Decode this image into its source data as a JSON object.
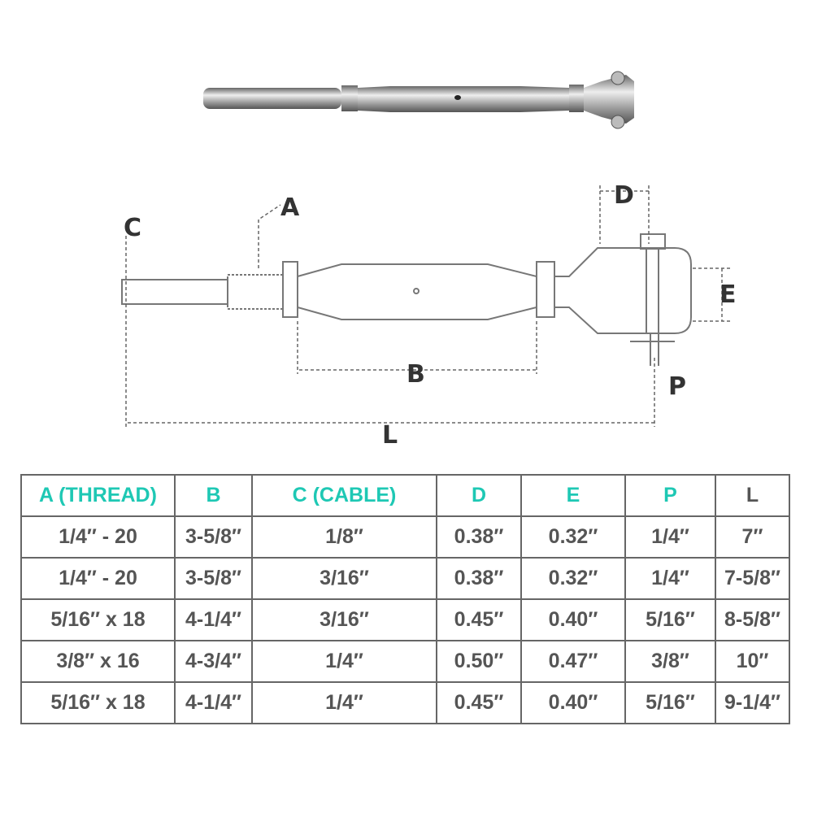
{
  "diagram": {
    "labels": {
      "a": "A",
      "b": "B",
      "c": "C",
      "d": "D",
      "e": "E",
      "p": "P",
      "l": "L"
    }
  },
  "table": {
    "headers": [
      "A (THREAD)",
      "B",
      "C (CABLE)",
      "D",
      "E",
      "P",
      "L"
    ],
    "rows": [
      [
        "1/4″ - 20",
        "3-5/8″",
        "1/8″",
        "0.38″",
        "0.32″",
        "1/4″",
        "7″"
      ],
      [
        "1/4″ - 20",
        "3-5/8″",
        "3/16″",
        "0.38″",
        "0.32″",
        "1/4″",
        "7-5/8″"
      ],
      [
        "5/16″ x 18",
        "4-1/4″",
        "3/16″",
        "0.45″",
        "0.40″",
        "5/16″",
        "8-5/8″"
      ],
      [
        "3/8″ x 16",
        "4-3/4″",
        "1/4″",
        "0.50″",
        "0.47″",
        "3/8″",
        "10″"
      ],
      [
        "5/16″ x 18",
        "4-1/4″",
        "1/4″",
        "0.45″",
        "0.40″",
        "5/16″",
        "9-1/4″"
      ]
    ]
  },
  "colors": {
    "header": "#1ec8b4",
    "text": "#555555"
  }
}
